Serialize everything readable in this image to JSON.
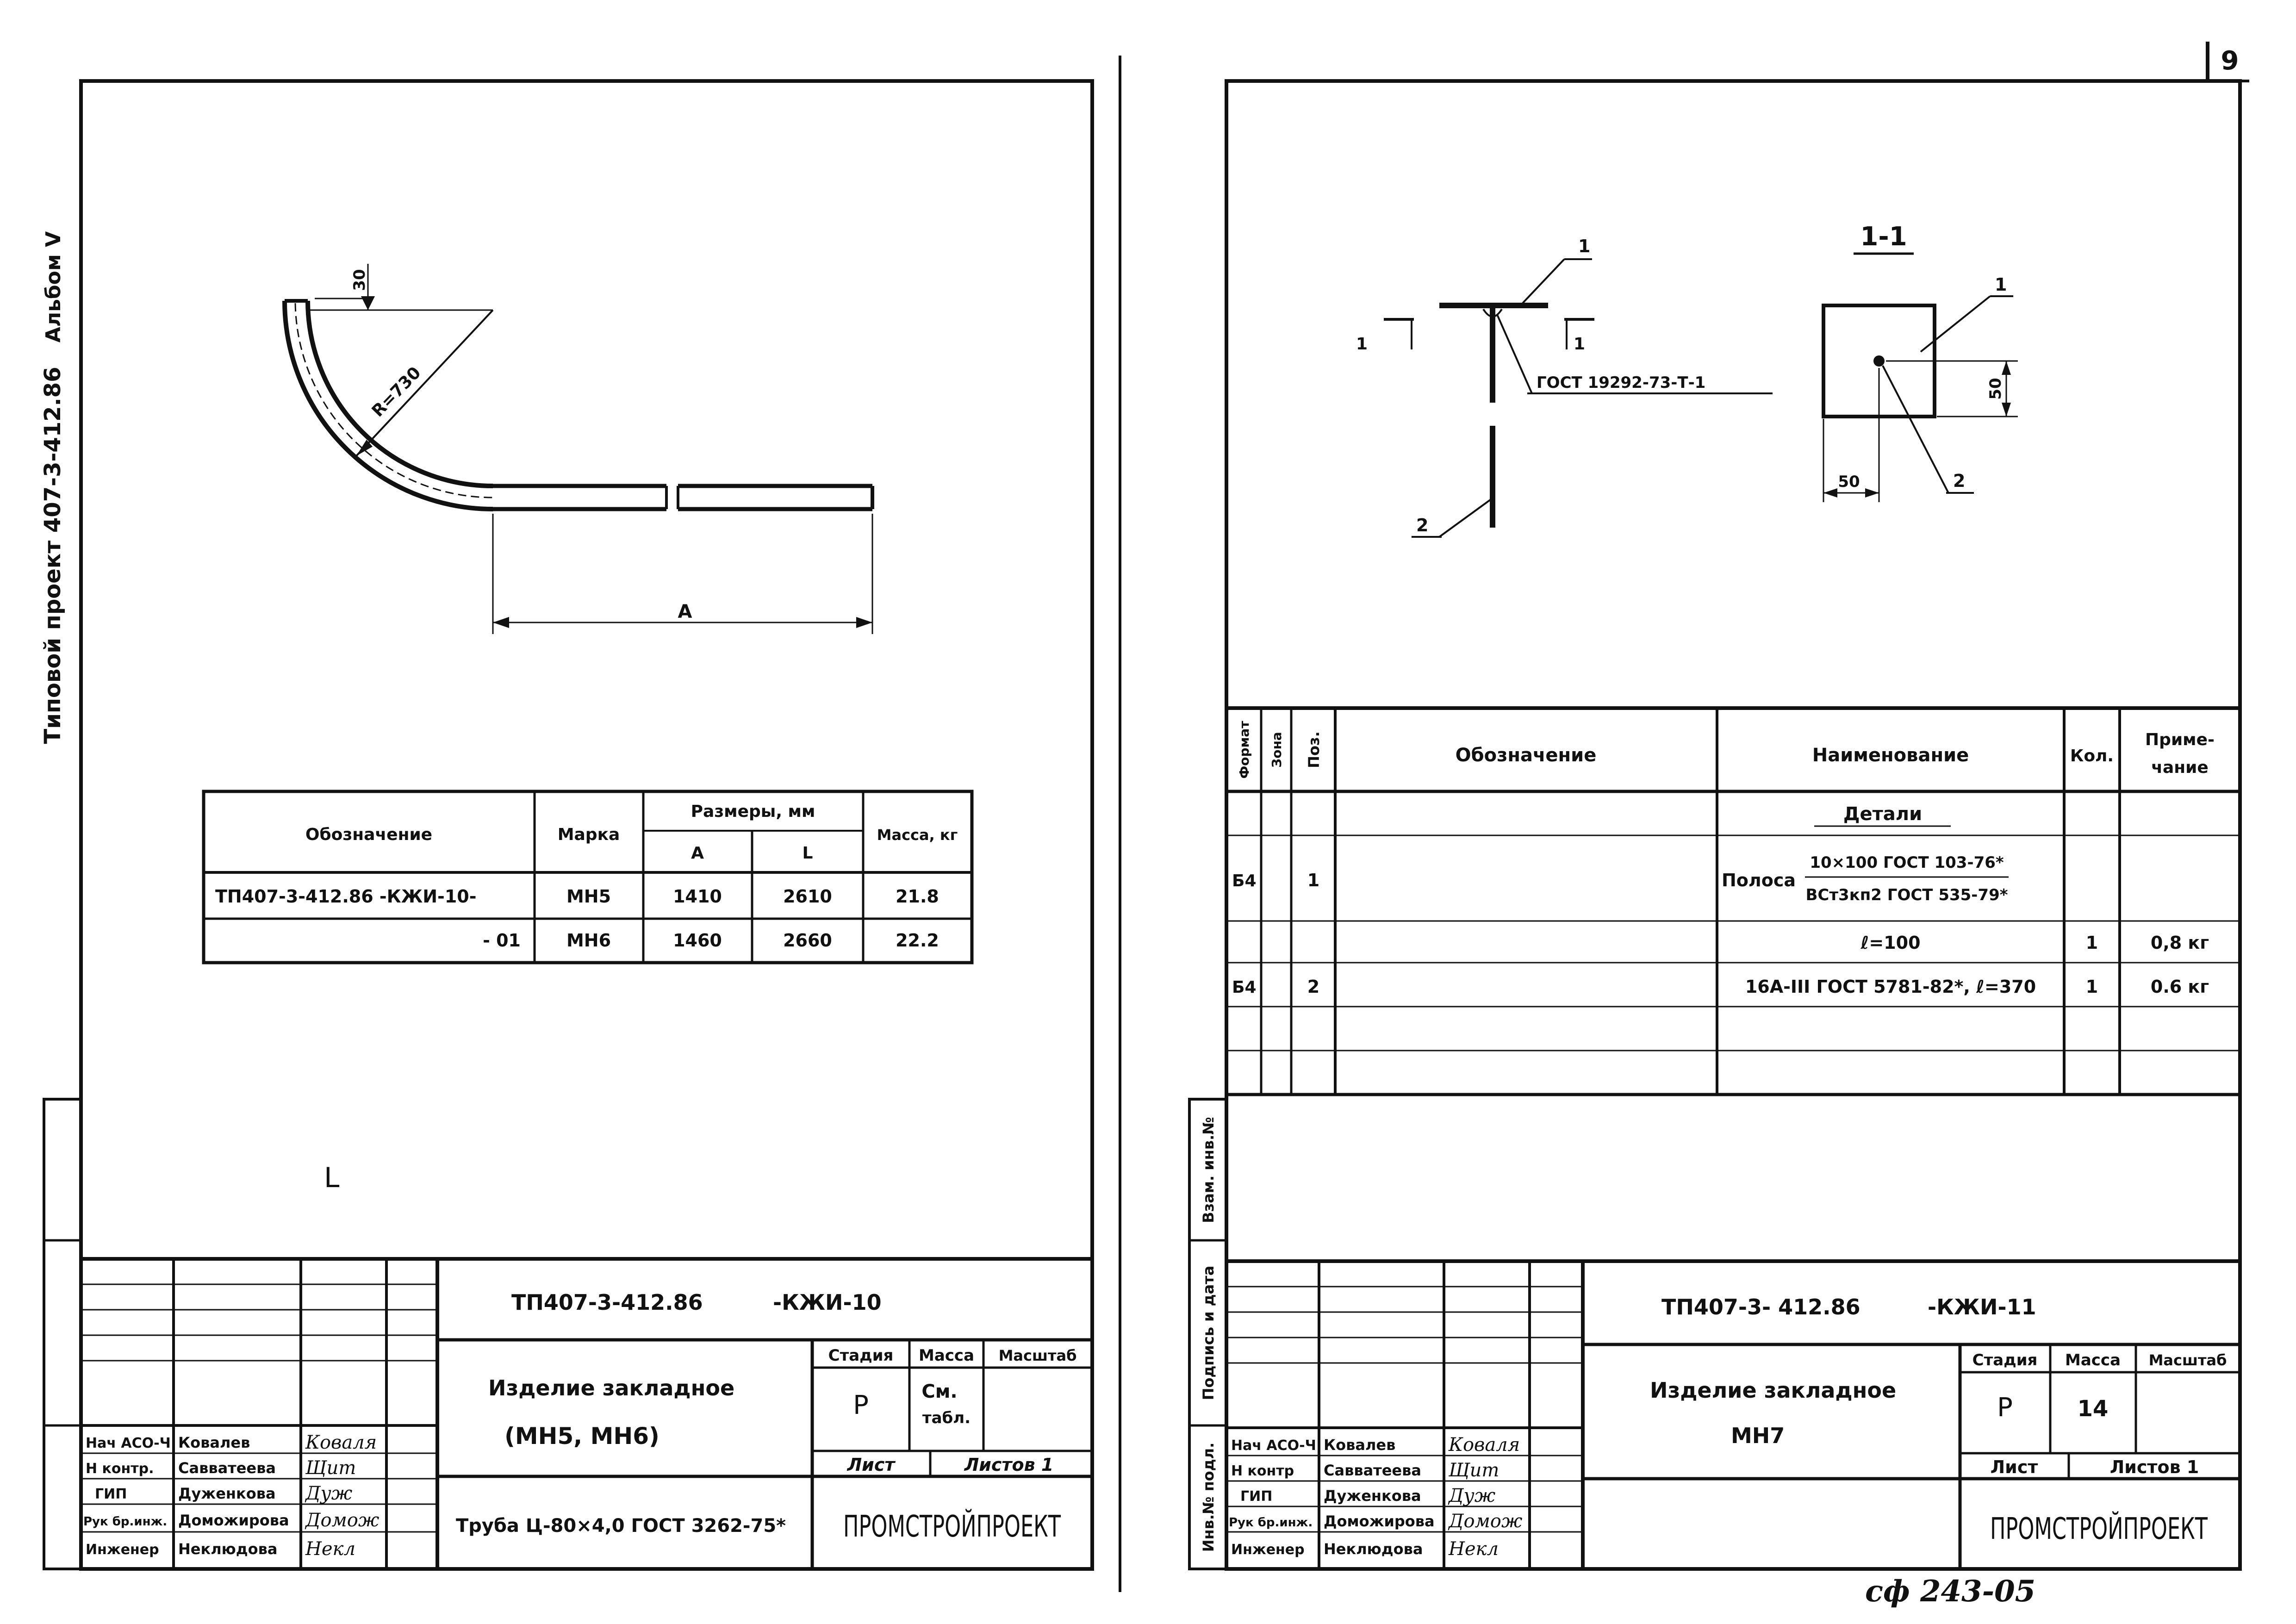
{
  "page_number": "9",
  "stamp_bottom": "сф 243-05",
  "left_sheet": {
    "side_album": "Альбом V",
    "side_project": "Типовой проект 407-3-412.86",
    "drawing": {
      "dim_30": "30",
      "dim_radius": "R=730",
      "dim_A": "A",
      "mark_L": "L"
    },
    "table": {
      "headers": {
        "designation": "Обозначение",
        "mark": "Марка",
        "sizes": "Размеры, мм",
        "a": "A",
        "l": "L",
        "mass": "Масса, кг"
      },
      "rows": [
        {
          "designation": "ТП407-3-412.86 -КЖИ-10-",
          "mark": "МН5",
          "a": "1410",
          "l": "2610",
          "mass": "21.8"
        },
        {
          "designation": "- 01",
          "mark": "МН6",
          "a": "1460",
          "l": "2660",
          "mass": "22.2"
        }
      ]
    },
    "title_block": {
      "code": "ТП407-3-412.86",
      "doc": "-КЖИ-10",
      "name_line1": "Изделие закладное",
      "name_line2": "(МН5, МН6)",
      "material": "Труба Ц-80×4,0 ГОСТ 3262-75*",
      "stage_label": "Стадия",
      "mass_label": "Масса",
      "scale_label": "Масштаб",
      "stage": "Р",
      "mass_value_1": "См.",
      "mass_value_2": "табл.",
      "sheet_label": "Лист",
      "sheets_label": "Листов 1",
      "company": "ПРОМСТРОЙПРОЕКТ",
      "people": [
        {
          "role": "Нач АСО-Ч",
          "name": "Ковалев",
          "sign": "Коваля"
        },
        {
          "role": "Н контр.",
          "name": "Савватеева",
          "sign": "Щит"
        },
        {
          "role": "ГИП",
          "name": "Дуженкова",
          "sign": "Дуж"
        },
        {
          "role": "Рук бр.инж.",
          "name": "Доможирова",
          "sign": "Домож"
        },
        {
          "role": "Инженер",
          "name": "Неклюдова",
          "sign": "Некл"
        }
      ]
    }
  },
  "right_sheet": {
    "side_labels": {
      "inv": "Инв.№ подл.",
      "sign_date": "Подпись и дата",
      "vzam": "Взам. инв.№"
    },
    "drawing": {
      "section_title": "1-1",
      "gost_label": "ГОСТ 19292-73-Т-1",
      "callout_1": "1",
      "callout_2": "2",
      "section_mark": "1",
      "dim_50_h": "50",
      "dim_50_v": "50"
    },
    "spec": {
      "headers": {
        "format": "Формат",
        "zone": "Зона",
        "pos": "Поз.",
        "designation": "Обозначение",
        "name": "Наименование",
        "qty": "Кол.",
        "note_1": "Приме-",
        "note_2": "чание"
      },
      "section": "Детали",
      "rows": [
        {
          "format": "Б4",
          "pos": "1",
          "name_prefix": "Полоса",
          "name_top": "10×100 ГОСТ 103-76*",
          "name_bottom": "ВСт3кп2 ГОСТ 535-79*",
          "qty": "",
          "note": ""
        },
        {
          "format": "",
          "pos": "",
          "name": "ℓ=100",
          "qty": "1",
          "note": "0,8 кг"
        },
        {
          "format": "Б4",
          "pos": "2",
          "name": "16А-III ГОСТ 5781-82*, ℓ=370",
          "qty": "1",
          "note": "0.6 кг"
        }
      ]
    },
    "title_block": {
      "code": "ТП407-3- 412.86",
      "doc": "-КЖИ-11",
      "name_line1": "Изделие закладное",
      "name_line2": "МН7",
      "stage_label": "Стадия",
      "mass_label": "Масса",
      "scale_label": "Масштаб",
      "stage": "Р",
      "mass_value": "14",
      "sheet_label": "Лист",
      "sheets_label": "Листов 1",
      "company": "ПРОМСТРОЙПРОЕКТ",
      "people": [
        {
          "role": "Нач АСО-Ч",
          "name": "Ковалев",
          "sign": "Коваля"
        },
        {
          "role": "Н контр",
          "name": "Савватеева",
          "sign": "Щит"
        },
        {
          "role": "ГИП",
          "name": "Дуженкова",
          "sign": "Дуж"
        },
        {
          "role": "Рук бр.инж.",
          "name": "Доможирова",
          "sign": "Домож"
        },
        {
          "role": "Инженер",
          "name": "Неклюдова",
          "sign": "Некл"
        }
      ]
    }
  }
}
